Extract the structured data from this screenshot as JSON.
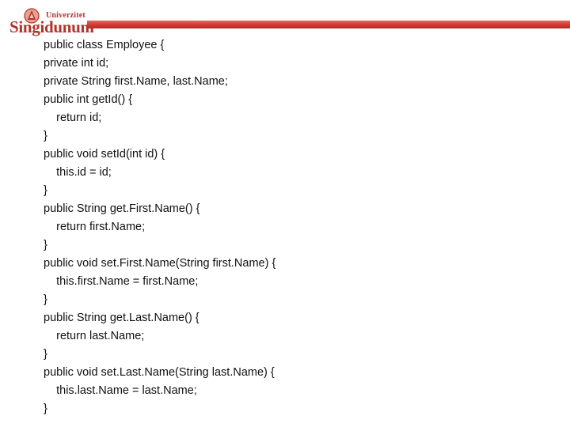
{
  "logo": {
    "subtitle": "Univerzitet",
    "name": "Singidunum",
    "accent_color": "#b0342c",
    "icon": "university-emblem-icon"
  },
  "header": {
    "bar_color": "#d6403a"
  },
  "code": {
    "lines": [
      "public class Employee {",
      "private int id;",
      "private String first.Name, last.Name;",
      "public int getId() {",
      "    return id;",
      "}",
      "public void setId(int id) {",
      "    this.id = id;",
      "}",
      "public String get.First.Name() {",
      "    return first.Name;",
      "}",
      "public void set.First.Name(String first.Name) {",
      "    this.first.Name = first.Name;",
      "}",
      "public String get.Last.Name() {",
      "    return last.Name;",
      "}",
      "public void set.Last.Name(String last.Name) {",
      "    this.last.Name = last.Name;",
      "}"
    ]
  }
}
